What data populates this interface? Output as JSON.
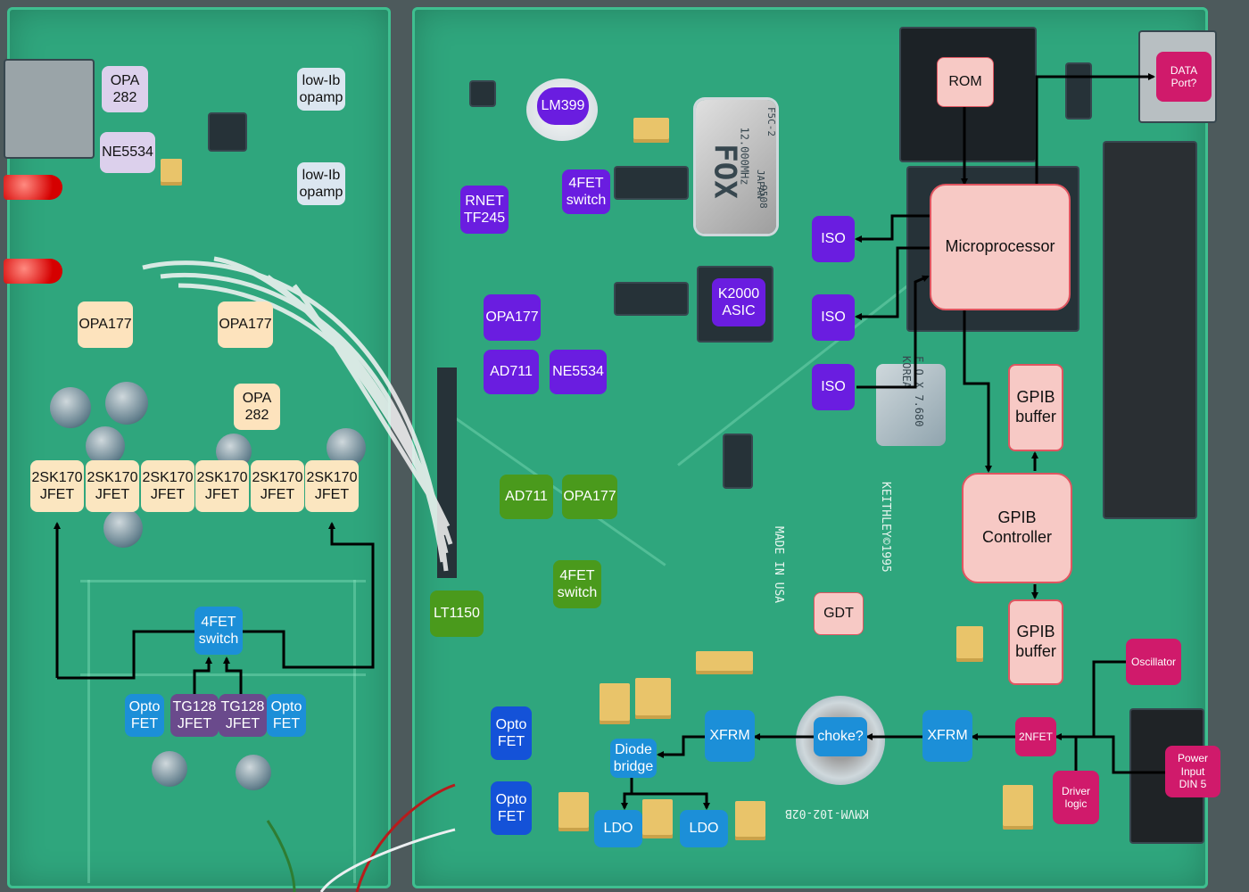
{
  "silkscreen": {
    "made_in": "MADE IN USA",
    "copyright": "KEITHLEY©1995",
    "board_id": "KMVM-102-02B",
    "crystal_brand": "FOX",
    "crystal_freq": "12.000MHz",
    "crystal_origin": "JAPAN",
    "crystal_model": "F5C-2",
    "crystal_code": "9508",
    "crystal2": "F O X 7.680 KOREA"
  },
  "labels": {
    "opa282_top": "OPA\n282",
    "ne5534_left": "NE5534",
    "lowib_1": "low-Ib\nopamp",
    "lowib_2": "low-Ib\nopamp",
    "opa177_left": "OPA177",
    "opa177_mid": "OPA177",
    "opa282_mid": "OPA\n282",
    "jfet": "2SK170\nJFET",
    "fourfet_left": "4FET\nswitch",
    "optofet": "Opto\nFET",
    "tg128": "TG128\nJFET",
    "lm399": "LM399",
    "rnet": "RNET\nTF245",
    "fourfet_violet": "4FET\nswitch",
    "opa177_violet": "OPA177",
    "ad711_violet": "AD711",
    "ne5534_violet": "NE5534",
    "k2000": "K2000\nASIC",
    "iso": "ISO",
    "rom": "ROM",
    "microprocessor": "Microprocessor",
    "data_port": "DATA\nPort?",
    "gpib_buffer": "GPIB\nbuffer",
    "gpib_controller": "GPIB\nController",
    "ad711_green": "AD711",
    "opa177_green": "OPA177",
    "fourfet_green": "4FET\nswitch",
    "lt1150": "LT1150",
    "gdt": "GDT",
    "xfrm": "XFRM",
    "choke": "choke?",
    "diode_bridge": "Diode\nbridge",
    "ldo": "LDO",
    "oscillator": "Oscillator",
    "twonfet": "2NFET",
    "driver_logic": "Driver\nlogic",
    "power_input": "Power\nInput\nDIN 5"
  },
  "colors": {
    "violet": "#6a1de0",
    "green": "#4a9a1c",
    "blue": "#1c8fd8",
    "dark_blue": "#1452d8",
    "purple": "#6a4a8c",
    "pink": "#f7c9c5",
    "magenta": "#d01a6b",
    "peach": "#fde3bd",
    "board": "#2fa67d"
  }
}
